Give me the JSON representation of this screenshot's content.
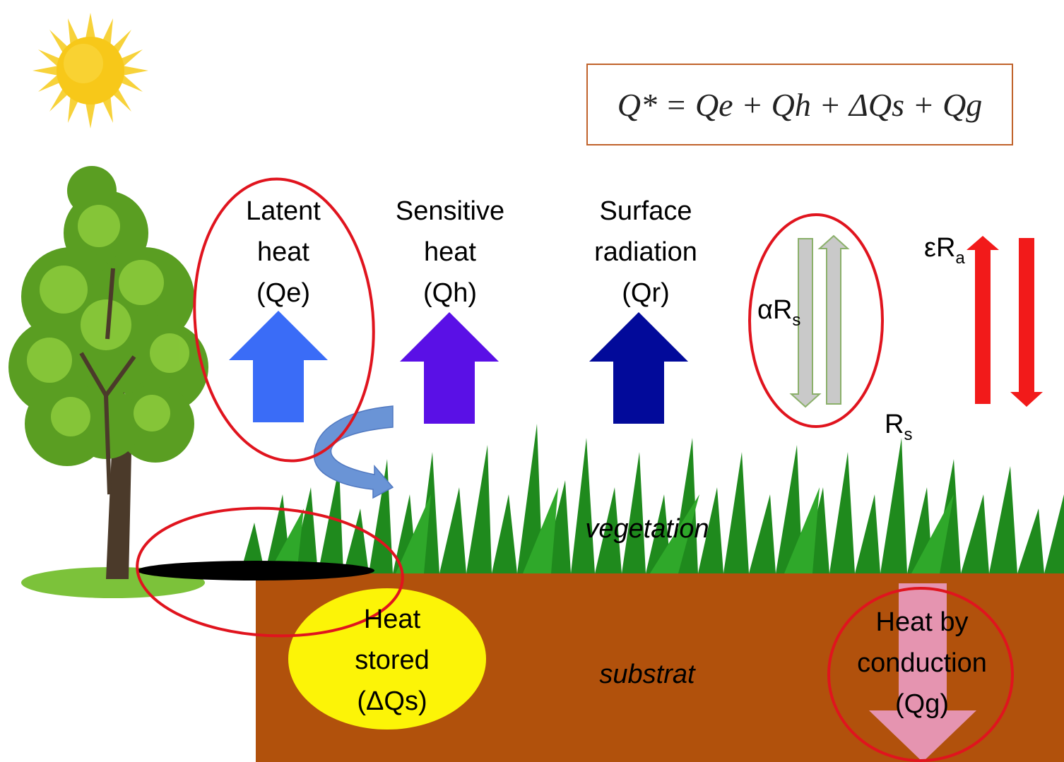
{
  "equation": "Q* = Qe + Qh + ΔQs + Qg",
  "flux_labels": {
    "latent": [
      "Latent",
      "heat",
      "(Qe)"
    ],
    "sensitive": [
      "Sensitive",
      "heat",
      "(Qh)"
    ],
    "surface": [
      "Surface",
      "radiation",
      "(Qr)"
    ],
    "stored": [
      "Heat",
      "stored",
      "(ΔQs)"
    ],
    "conduction": [
      "Heat by",
      "conduction",
      "(Qg)"
    ]
  },
  "radiation_symbols": {
    "reflected": {
      "base": "αR",
      "sub": "s"
    },
    "incoming": {
      "base": "R",
      "sub": "s"
    },
    "atmospheric": {
      "base": "εR",
      "sub": "a"
    }
  },
  "layers": {
    "vegetation": "vegetation",
    "substrate": "substrat"
  },
  "colors": {
    "latent_arrow": "#3a6cf7",
    "sensitive_arrow": "#5a10e6",
    "surface_arrow": "#020a9a",
    "soil": "#b1510c",
    "grass": "#1f8a1d",
    "red_outline": "#e0141e",
    "stored_blob": "#fcf407",
    "conduction_arrow": "#e594b0",
    "sun": "#f7c819"
  }
}
